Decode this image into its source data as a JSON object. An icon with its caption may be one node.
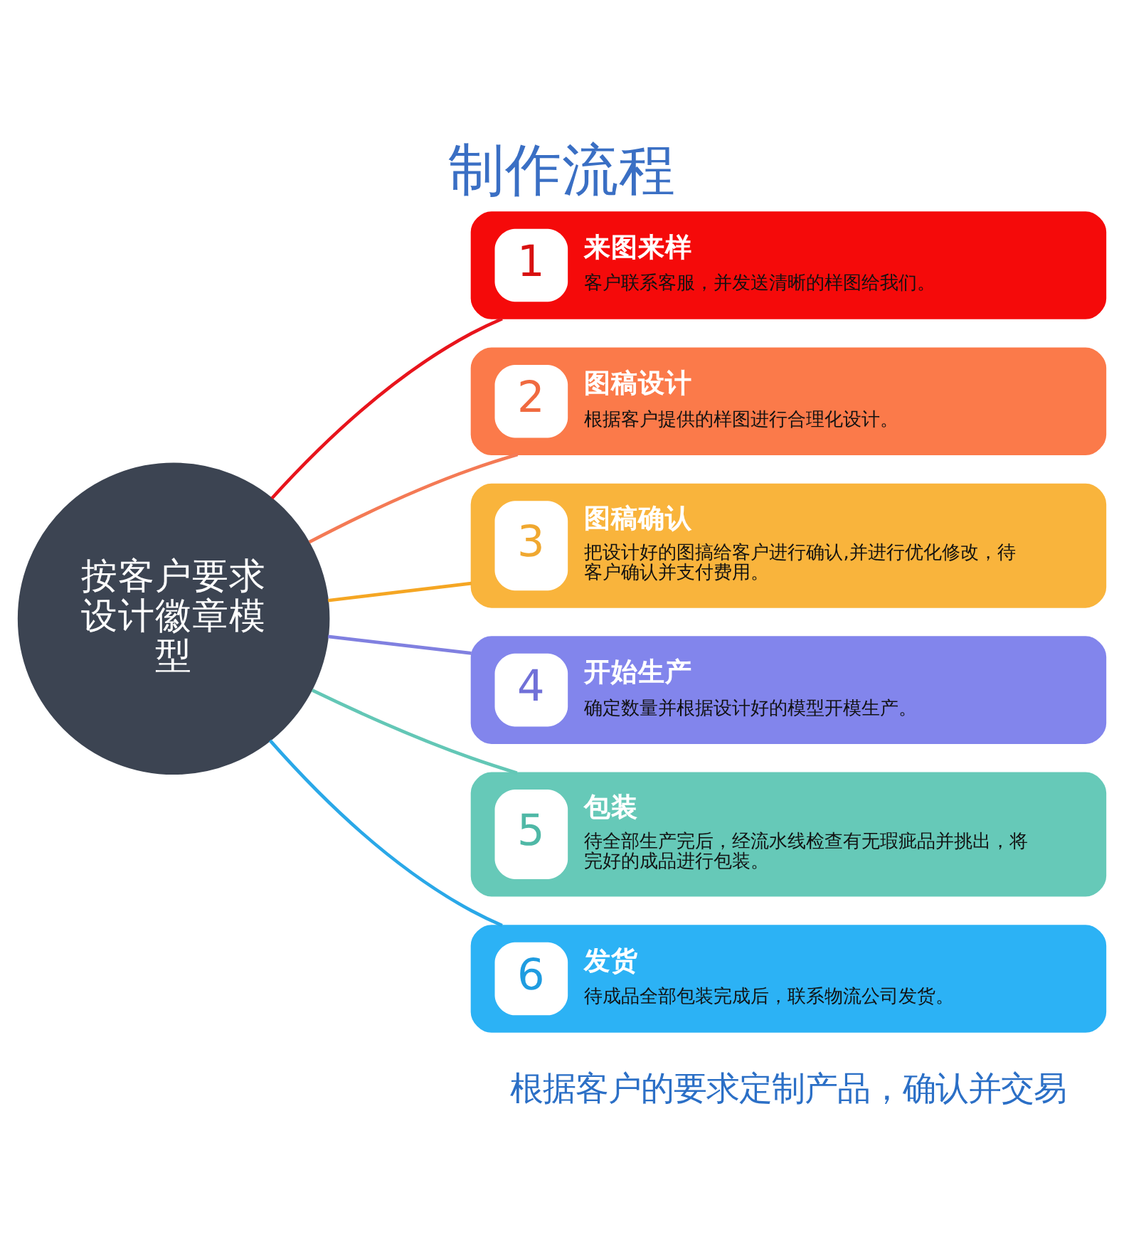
{
  "diagram": {
    "title": "制作流程",
    "caption": "根据客户的要求定制产品，确认并交易",
    "nodes": [
      {
        "text": [
          "按客户要求设计徽章模型"
        ]
      },
      {
        "text": [
          "1",
          "来图来样",
          "客户联系客服，并发送清晰的样图给我们。"
        ]
      },
      {
        "text": [
          "2",
          "图稿设计",
          "根据客户提供的样图进行合理化设计。"
        ]
      },
      {
        "text": [
          "3",
          "图稿确认",
          "把设计好的图搞给客户进行确认,并进行优化修改，待客户确认并支付费用。"
        ]
      },
      {
        "text": [
          "4",
          "开始生产",
          "确定数量并根据设计好的模型开模生产。"
        ]
      },
      {
        "text": [
          "5",
          "包装",
          "待全部生产完后，经流水线检查有无瑕疵品并挑出，将完好的成品进行包装。"
        ]
      },
      {
        "text": [
          "6",
          "发货",
          "待成品全部包装完成后，联系物流公司发货。"
        ]
      }
    ],
    "edges": [
      {
        "from": 0,
        "to": 1,
        "arrow": "none",
        "color": "#e8141c"
      },
      {
        "from": 0,
        "to": 2,
        "arrow": "none",
        "color": "#f47a55"
      },
      {
        "from": 0,
        "to": 3,
        "arrow": "none",
        "color": "#f5a623"
      },
      {
        "from": 0,
        "to": 4,
        "arrow": "none",
        "color": "#8080e0"
      },
      {
        "from": 0,
        "to": 5,
        "arrow": "none",
        "color": "#63c7b6"
      },
      {
        "from": 0,
        "to": 6,
        "arrow": "none",
        "color": "#2aa8e8"
      }
    ]
  }
}
